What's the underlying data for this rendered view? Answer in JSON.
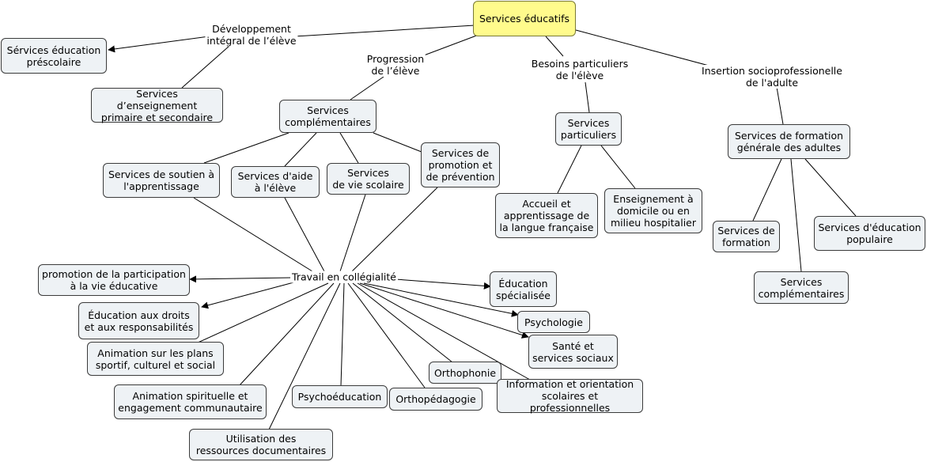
{
  "root": "Services éducatifs",
  "branches": {
    "dev": "Développement\nintégral de l’élève",
    "prog": "Progression\nde l’élève",
    "besoins": "Besoins particuliers\nde l'élève",
    "insertion": "Insertion socioprofessionelle\nde l'adulte",
    "travail": "Travail en collégialité"
  },
  "nodes": {
    "prescolaire": "Sérvices éducation\npréscolaire",
    "primaire": "Services d’enseignement\nprimaire et secondaire",
    "complementaires": "Services\ncomplémentaires",
    "soutien": "Services de soutien à\nl'apprentissage",
    "aide": "Services d'aide\nà l'élève",
    "vie_scolaire": "Services\nde vie scolaire",
    "promotion": "Services de\npromotion et\nde prévention",
    "particuliers": "Services\nparticuliers",
    "accueil": "Accueil et\napprentissage de\nla langue française",
    "domicile": "Enseignement à\ndomicile ou en\nmilieu hospitalier",
    "formation_adultes": "Services de formation\ngénérale des adultes",
    "formation": "Services de\nformation",
    "education_populaire": "Services d'éducation\npopulaire",
    "complementaires_adultes": "Services\ncomplémentaires",
    "participation": "promotion de la participation\nà la vie éducative",
    "droits": "Éducation aux droits\net aux responsabilités",
    "animation_sport": "Animation sur les plans\nsportif, culturel et social",
    "animation_spirituelle": "Animation spirituelle et\nengagement communautaire",
    "ressources": "Utilisation des\nressources documentaires",
    "psychoeducation": "Psychoéducation",
    "orthopedagogie": "Orthopédagogie",
    "orthophonie": "Orthophonie",
    "information": "Information et orientation\nscolaires et professionnelles",
    "specialisee": "Éducation\nspécialisée",
    "psychologie": "Psychologie",
    "sante": "Santé et\nservices sociaux"
  }
}
